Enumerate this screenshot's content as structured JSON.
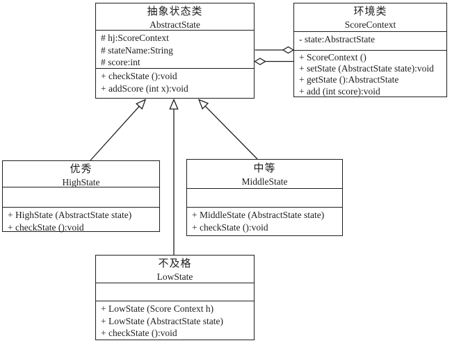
{
  "classes": {
    "abstract_state": {
      "name_cn": "抽象状态类",
      "name_en": "AbstractState",
      "attributes": [
        "# hj:ScoreContext",
        "# stateName:String",
        "# score:int"
      ],
      "methods": [
        "+ checkState ():void",
        "+ addScore (int x):void"
      ]
    },
    "score_context": {
      "name_cn": "环境类",
      "name_en": "ScoreContext",
      "attributes": [
        "- state:AbstractState"
      ],
      "methods": [
        "+ ScoreContext ()",
        "+ setState (AbstractState state):void",
        "+ getState ():AbstractState",
        "+ add (int score):void"
      ]
    },
    "high_state": {
      "name_cn": "优秀",
      "name_en": "HighState",
      "attributes": [],
      "methods": [
        "+ HighState (AbstractState state)",
        "+ checkState ():void"
      ]
    },
    "middle_state": {
      "name_cn": "中等",
      "name_en": "MiddleState",
      "attributes": [],
      "methods": [
        "+ MiddleState (AbstractState state)",
        "+ checkState ():void"
      ]
    },
    "low_state": {
      "name_cn": "不及格",
      "name_en": "LowState",
      "attributes": [],
      "methods": [
        "+ LowState (Score Context h)",
        "+ LowState (AbstractState state)",
        "+ checkState ():void"
      ]
    }
  },
  "relationships": [
    {
      "type": "generalization",
      "from": "HighState",
      "to": "AbstractState"
    },
    {
      "type": "generalization",
      "from": "LowState",
      "to": "AbstractState"
    },
    {
      "type": "generalization",
      "from": "MiddleState",
      "to": "AbstractState"
    },
    {
      "type": "aggregation",
      "owner": "ScoreContext",
      "part": "AbstractState"
    },
    {
      "type": "aggregation",
      "owner": "AbstractState",
      "part": "ScoreContext"
    }
  ],
  "colors": {
    "line": "#1c1c1c",
    "background": "#ffffff"
  }
}
